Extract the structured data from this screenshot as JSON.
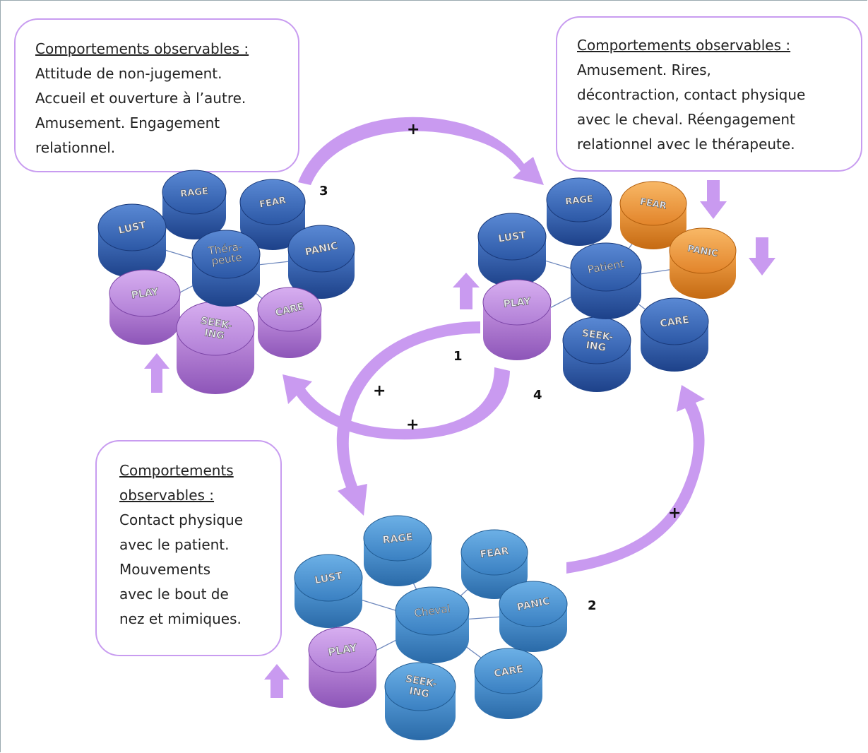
{
  "callouts": {
    "top_left": {
      "heading": "Comportements observables :",
      "lines": [
        "Attitude de non-jugement.",
        "Accueil et ouverture à l’autre.",
        "Amusement. Engagement",
        "relationnel."
      ]
    },
    "top_right": {
      "heading": "Comportements observables :",
      "lines": [
        "Amusement. Rires,",
        "décontraction, contact physique",
        "avec le cheval. Réengagement",
        "relationnel avec le thérapeute."
      ]
    },
    "bottom_left": {
      "heading_lines": [
        "Comportements",
        "observables :"
      ],
      "lines": [
        "Contact physique",
        "avec le patient.",
        "Mouvements",
        "avec le bout de",
        "nez et mimiques."
      ]
    }
  },
  "clusters": {
    "therapeute": {
      "center": [
        "Théra-",
        "peute"
      ],
      "nodes": {
        "rage": "RAGE",
        "fear": "FEAR",
        "lust": "LUST",
        "panic": "PANIC",
        "play": "PLAY",
        "care": "CARE",
        "seeking": [
          "SEEK-",
          "ING"
        ]
      }
    },
    "patient": {
      "center": [
        "Patient"
      ],
      "nodes": {
        "rage": "RAGE",
        "fear": "FEAR",
        "lust": "LUST",
        "panic": "PANIC",
        "play": "PLAY",
        "care": "CARE",
        "seeking": [
          "SEEK-",
          "ING"
        ]
      }
    },
    "cheval": {
      "center": [
        "Cheval"
      ],
      "nodes": {
        "rage": "RAGE",
        "fear": "FEAR",
        "lust": "LUST",
        "panic": "PANIC",
        "play": "PLAY",
        "care": "CARE",
        "seeking": [
          "SEEK-",
          "ING"
        ]
      }
    }
  },
  "step_numbers": {
    "one": "1",
    "two": "2",
    "three": "3",
    "four": "4"
  },
  "plus_signs": [
    "+",
    "+",
    "+",
    "+"
  ],
  "colors": {
    "blue_dark": "#2d5ba8",
    "blue_light": "#3d86c8",
    "purple": "#b57fd8",
    "orange": "#e88a28",
    "arrow": "#c99af0",
    "callout_border": "#c89cf0"
  }
}
